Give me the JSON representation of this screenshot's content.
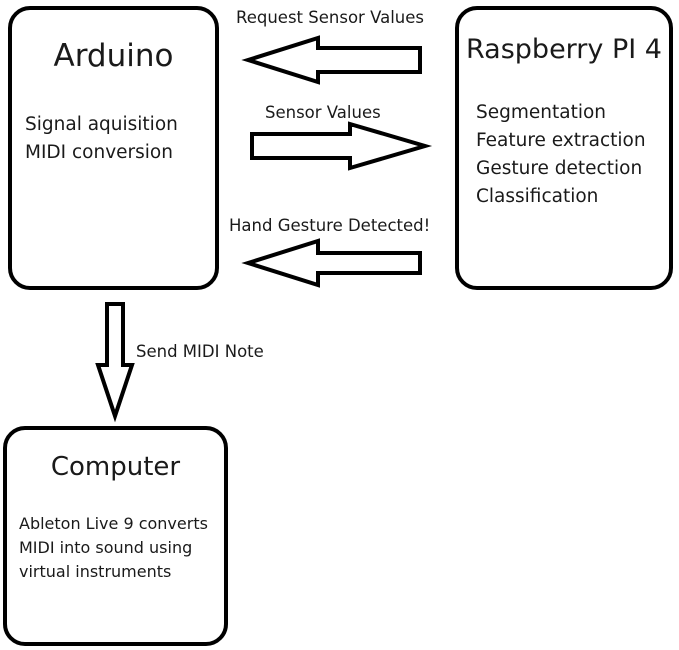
{
  "arduino": {
    "title": "Arduino",
    "lines": [
      "Signal aquisition",
      "MIDI conversion"
    ]
  },
  "raspberry": {
    "title": "Raspberry PI 4",
    "lines": [
      "Segmentation",
      "Feature extraction",
      "Gesture detection",
      "Classification"
    ]
  },
  "computer": {
    "title": "Computer",
    "lines": [
      "Ableton Live 9 converts",
      "MIDI into sound using",
      "virtual instruments"
    ]
  },
  "arrows": {
    "request": "Request Sensor Values",
    "sensor_values": "Sensor Values",
    "gesture": "Hand Gesture Detected!",
    "midi_note": "Send MIDI Note"
  }
}
